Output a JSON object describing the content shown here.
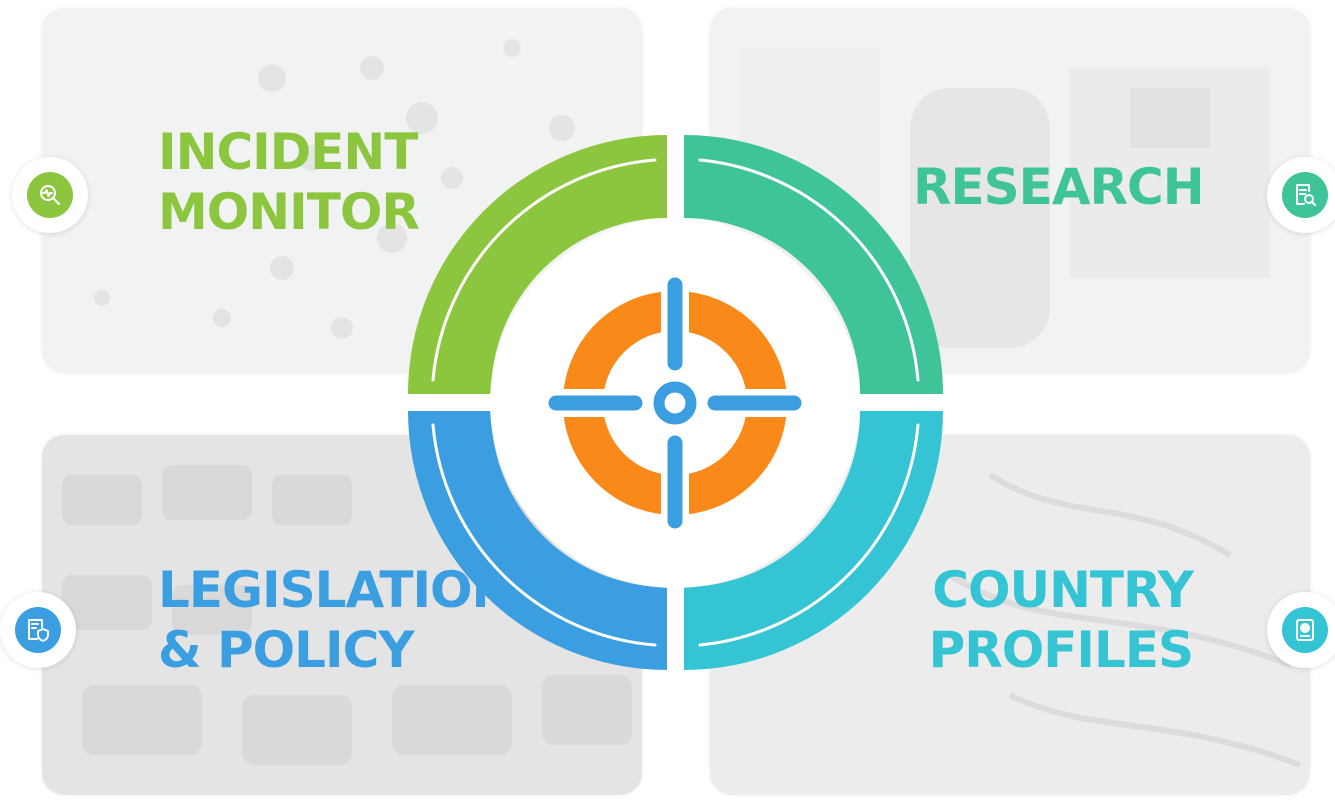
{
  "sections": {
    "incident_monitor": {
      "line1": "INCIDENT",
      "line2": "MONITOR",
      "color": "#8cc63f",
      "icon": "magnifier-pulse-icon"
    },
    "research": {
      "line1": "RESEARCH",
      "color": "#3fc49a",
      "icon": "document-search-icon"
    },
    "legislation_policy": {
      "line1": "LEGISLATION",
      "line2": "& POLICY",
      "color": "#3a9ee0",
      "icon": "document-shield-icon"
    },
    "country_profiles": {
      "line1": "COUNTRY",
      "line2": "PROFILES",
      "color": "#35c4d4",
      "icon": "passport-globe-icon"
    }
  },
  "hub": {
    "icon": "crosshair-target-icon",
    "ring_colors": {
      "top_left": "#8cc63f",
      "top_right": "#3fc49a",
      "bottom_left": "#3a9ee0",
      "bottom_right": "#35c4d4"
    },
    "target_orange": "#f98a1a",
    "crosshair_blue": "#3a9ee0"
  }
}
